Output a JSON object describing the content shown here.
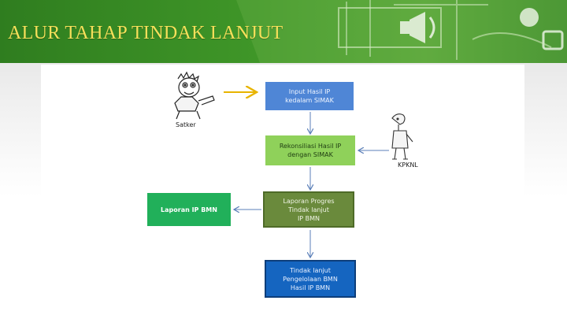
{
  "slide": {
    "title": "ALUR TAHAP TINDAK LANJUT"
  },
  "actors": {
    "satker": "Satker",
    "kpknl": "KPKNL"
  },
  "boxes": {
    "input": "Input Hasil IP\nkedalam SIMAK",
    "rekonsiliasi": "Rekonsiliasi Hasil IP\ndengan SIMAK",
    "laporan_progres": "Laporan Progres\nTindak lanjut\nIP BMN",
    "laporan_ip": "Laporan IP BMN",
    "tindak_lanjut": "Tindak lanjut\nPengelolaan BMN\nHasil IP BMN"
  },
  "colors": {
    "header_green": "#3f9628",
    "title_yellow": "#f6e05a",
    "box_input": "#4f86d6",
    "box_rekonsiliasi": "#8fd15a",
    "box_progres": "#6a8a3c",
    "box_laporan": "#21b05a",
    "box_tindak_lanjut": "#1565c0",
    "arrow_satker": "#e8b400",
    "arrow_blue": "#5b7fb8"
  }
}
